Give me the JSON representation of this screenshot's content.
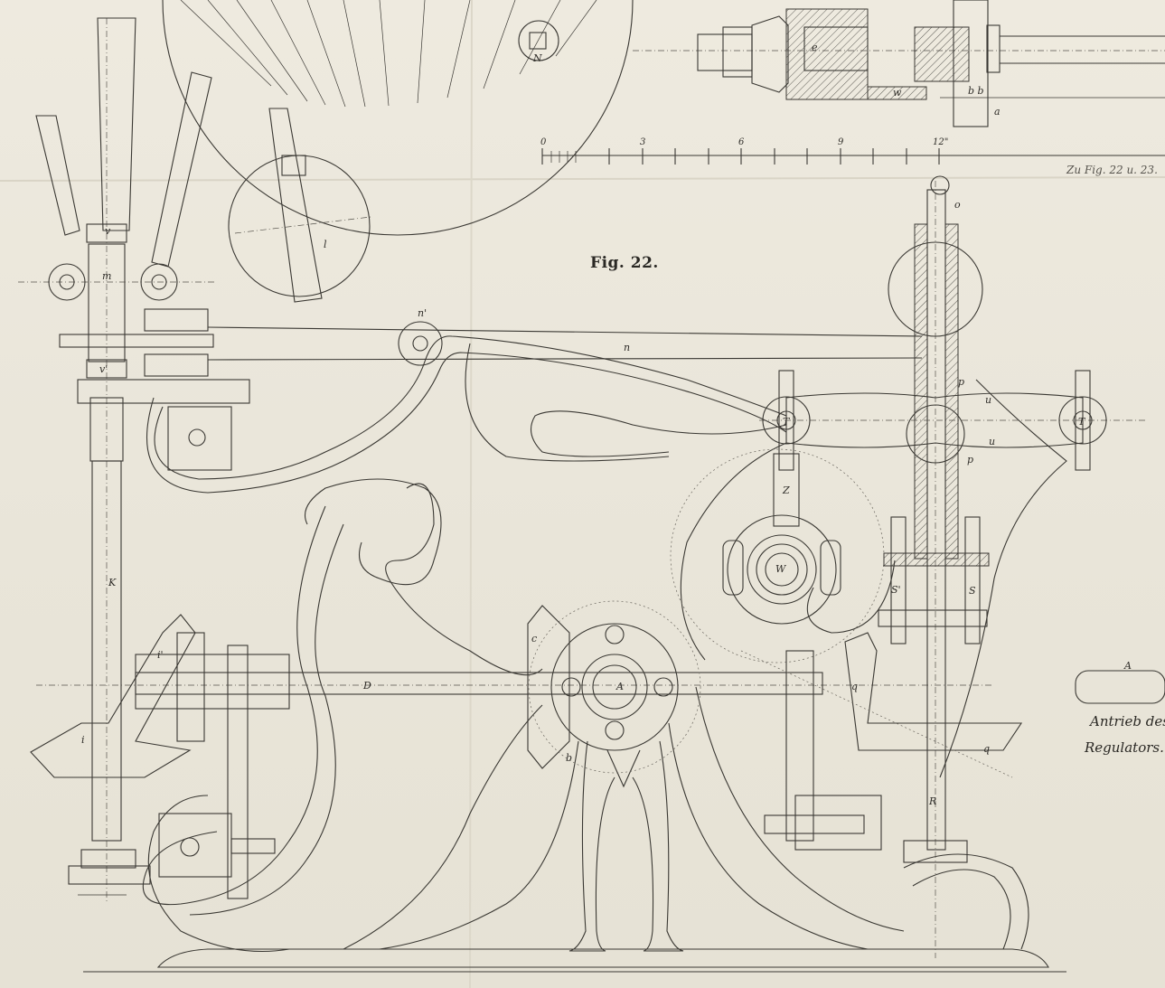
{
  "figure": {
    "title": "Fig. 22.",
    "reference_note": "Zu Fig. 22 u. 23.",
    "side_caption_line1": "Antrieb des",
    "side_caption_line2": "Regulators."
  },
  "scale_bar": {
    "ticks": [
      "0",
      "3",
      "6",
      "9",
      "12\""
    ]
  },
  "part_labels": {
    "v": "v",
    "m": "m",
    "v_prime": "v'",
    "K": "K",
    "i_prime": "i'",
    "i": "i",
    "l": "l",
    "n_prime": "n'",
    "n": "n",
    "D": "D",
    "c": "c",
    "b": "b",
    "A": "A",
    "W": "W",
    "Z": "Z",
    "T_left": "T",
    "T_right": "T",
    "u_top": "u",
    "u_bottom": "u",
    "p_top": "p",
    "p_bottom": "p",
    "o": "o",
    "S_prime": "S'",
    "S": "S",
    "q_mid": "q",
    "q_low": "q",
    "R": "R",
    "N": "N",
    "e": "e",
    "w": "w",
    "b_top": "b b",
    "a_top": "a",
    "A_side": "A"
  },
  "colors": {
    "paper": "#ece8dd",
    "ink": "#3a3833"
  }
}
